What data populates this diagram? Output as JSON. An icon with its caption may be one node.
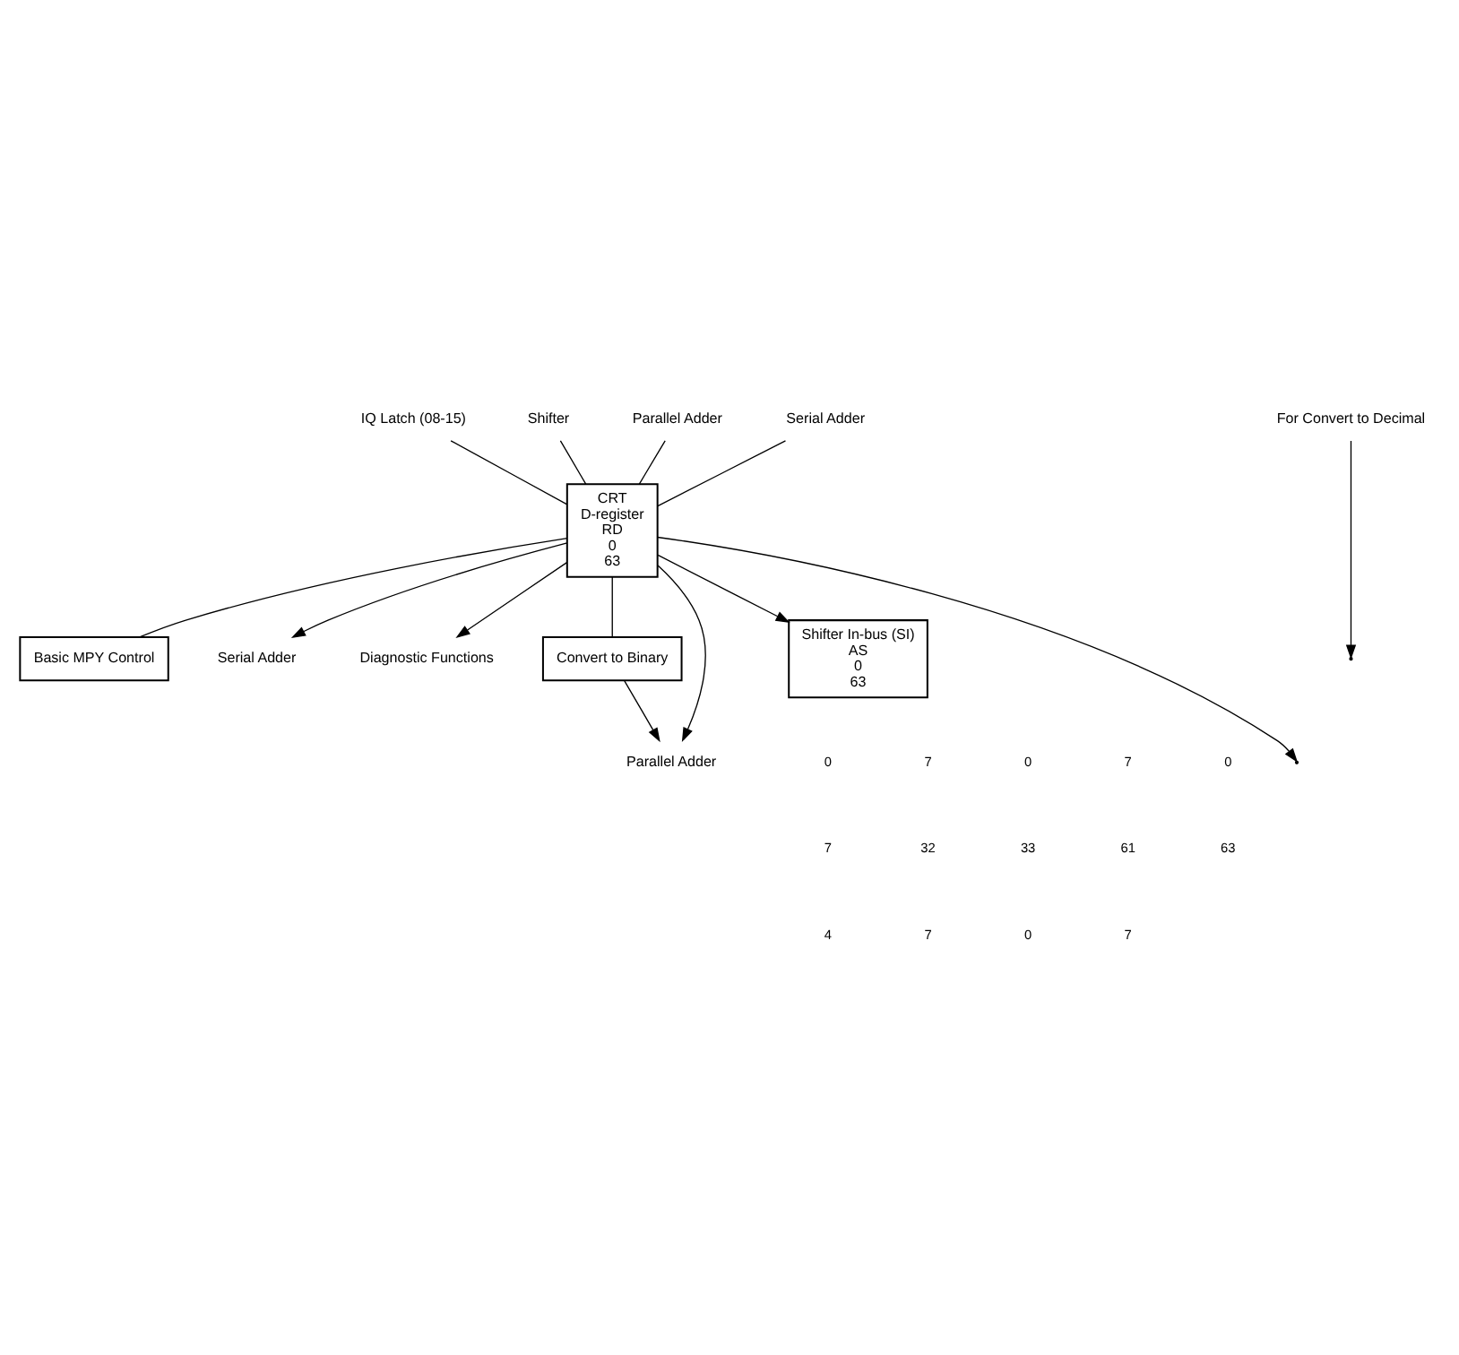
{
  "diagram": {
    "nodes": [
      {
        "text": [
          "IQ Latch (08-15)"
        ]
      },
      {
        "text": [
          "Shifter"
        ]
      },
      {
        "text": [
          "Parallel Adder"
        ]
      },
      {
        "text": [
          "Serial Adder"
        ]
      },
      {
        "text": [
          "CRT",
          "D-register",
          "RD",
          "0",
          "63"
        ]
      },
      {
        "text": [
          "Basic MPY Control"
        ]
      },
      {
        "text": [
          "Serial Adder"
        ]
      },
      {
        "text": [
          "Diagnostic Functions"
        ]
      },
      {
        "text": [
          "For Convert to Decimal"
        ]
      },
      {
        "text": [
          "Convert to Binary"
        ]
      },
      {
        "text": [
          "Parallel Adder"
        ]
      },
      {
        "text": [
          "Shifter In-bus (SI)",
          "AS",
          "0",
          "63"
        ]
      }
    ],
    "edges": [
      {
        "from": 0,
        "to": 4,
        "arrow": "none"
      },
      {
        "from": 1,
        "to": 4,
        "arrow": "none"
      },
      {
        "from": 2,
        "to": 4,
        "arrow": "none"
      },
      {
        "from": 3,
        "to": 4,
        "arrow": "none"
      },
      {
        "from": 4,
        "to": 5,
        "arrow": "none"
      },
      {
        "from": 4,
        "to": 6,
        "arrow": "to"
      },
      {
        "from": 4,
        "to": 7,
        "arrow": "to"
      },
      {
        "from": 4,
        "to": 9,
        "arrow": "none"
      },
      {
        "from": 9,
        "to": 10,
        "arrow": "to"
      },
      {
        "from": 4,
        "to": 10,
        "arrow": "to"
      },
      {
        "from": 4,
        "to": null,
        "arrow": "to"
      },
      {
        "from": 4,
        "to": 11,
        "arrow": "to"
      },
      {
        "from": 8,
        "to": null,
        "arrow": "to"
      }
    ],
    "labels": [
      "0",
      "7",
      "0",
      "7",
      "0",
      "7",
      "32",
      "33",
      "61",
      "63",
      "4",
      "7",
      "0",
      "7"
    ]
  }
}
